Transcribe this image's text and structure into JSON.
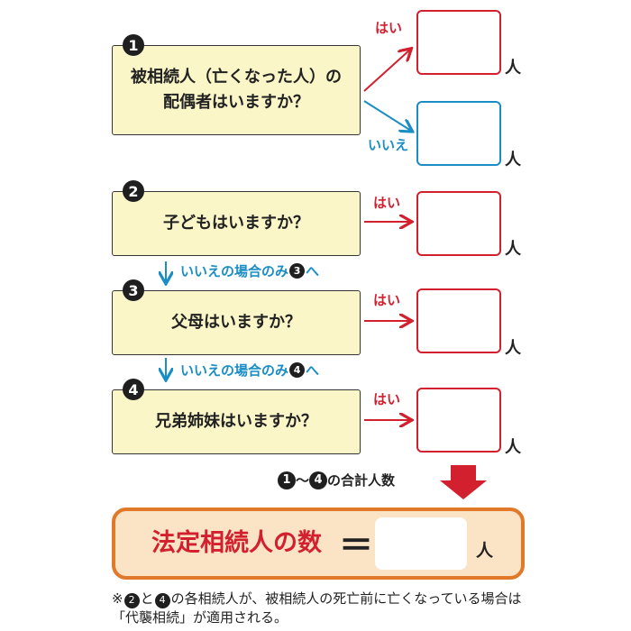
{
  "questions": [
    {
      "num": "1",
      "text": "被相続人（亡くなった人）の\n配偶者はいますか？"
    },
    {
      "num": "2",
      "text": "子どもはいますか？"
    },
    {
      "num": "3",
      "text": "父母はいますか？"
    },
    {
      "num": "4",
      "text": "兄弟姉妹はいますか？"
    }
  ],
  "labels": {
    "yes": "はい",
    "no": "いいえ",
    "person": "人"
  },
  "nav": [
    {
      "text": "いいえの場合のみ",
      "num": "3",
      "suffix": "へ"
    },
    {
      "text": "いいえの場合のみ",
      "num": "4",
      "suffix": "へ"
    }
  ],
  "sum": {
    "from": "1",
    "tilde": "～",
    "to": "4",
    "text": "の合計人数"
  },
  "result": {
    "label": "法定相続人の数",
    "equals": "＝",
    "unit": "人"
  },
  "note": {
    "mark": "※",
    "n1": "2",
    "and": "と",
    "n2": "4",
    "text": "の各相続人が、被相続人の死亡前に亡くなっている場合は「代襲相続」が適用される。"
  },
  "colors": {
    "red": "#d3202e",
    "blue": "#1a8ec4",
    "orange": "#e07a2a",
    "question_bg": "#fbf6c8",
    "result_bg": "#fbe3c6"
  }
}
